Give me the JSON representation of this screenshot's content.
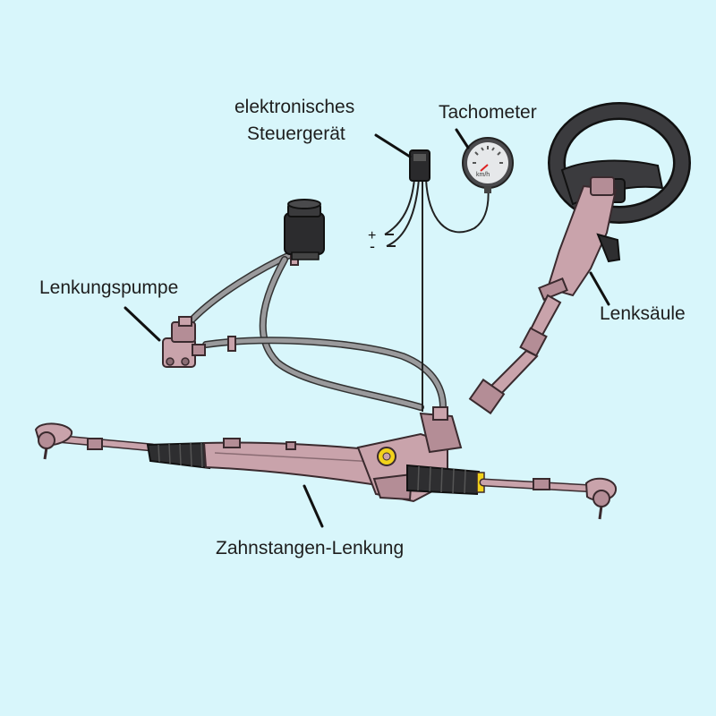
{
  "labels": {
    "steuergeraet_line1": "elektronisches",
    "steuergeraet_line2": "Steuergerät",
    "tachometer": "Tachometer",
    "lenkungspumpe": "Lenkungspumpe",
    "lenksaeule": "Lenksäule",
    "zahnstangen": "Zahnstangen-Lenkung"
  },
  "gauge": {
    "unit": "km/h"
  },
  "terminals": {
    "plus": "+",
    "minus": "-"
  },
  "colors": {
    "background": "#d8f6fb",
    "component": "#c9a3ab",
    "boot": "#2e2e30",
    "wheel": "#3b3b3e",
    "highlight": "#f2d21b"
  }
}
